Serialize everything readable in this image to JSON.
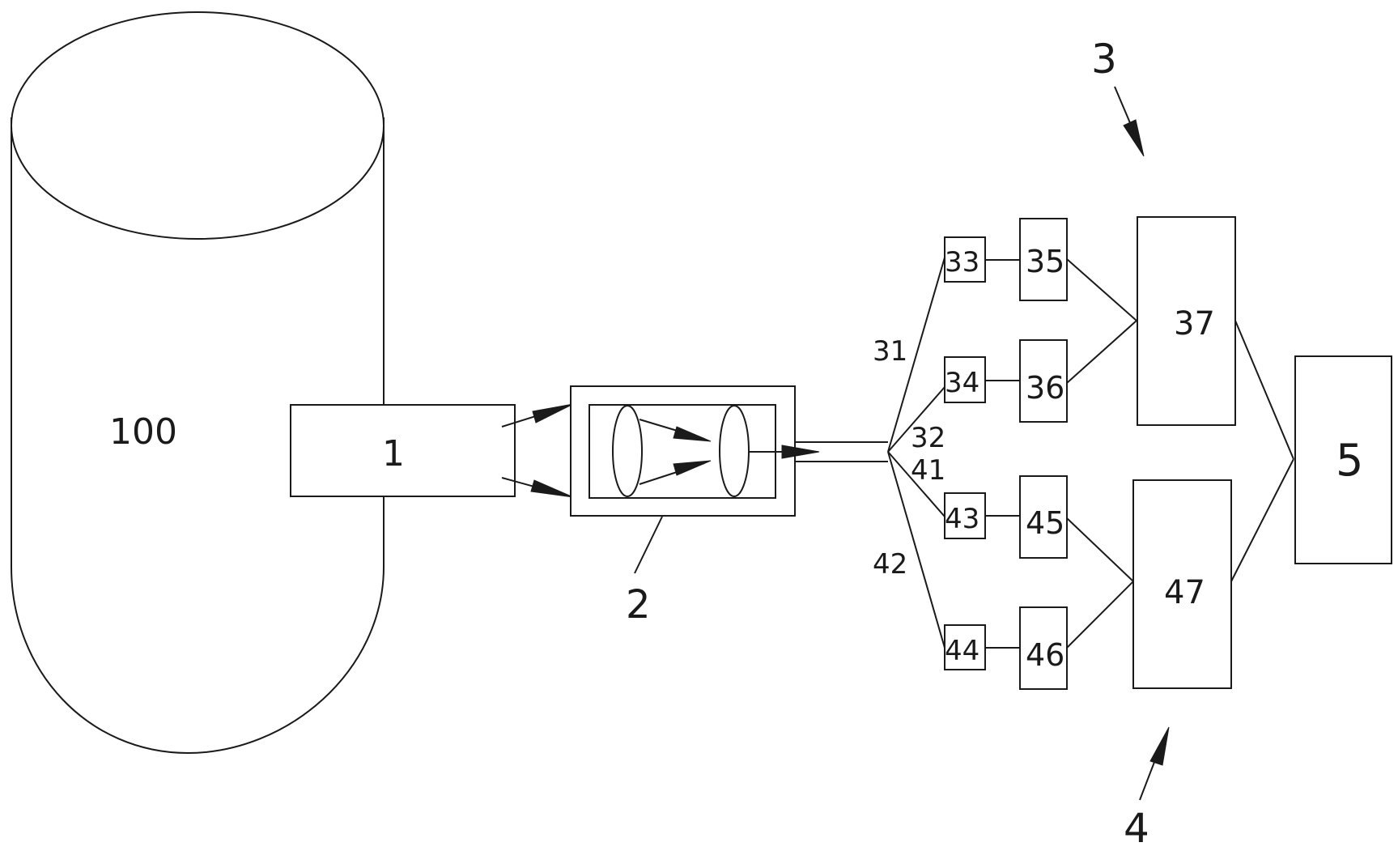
{
  "labels": {
    "tank": "100",
    "unit1": "1",
    "unit2": "2",
    "group3": "3",
    "group4": "4",
    "unit5": "5",
    "line31": "31",
    "line32": "32",
    "line41": "41",
    "line42": "42",
    "b33": "33",
    "b34": "34",
    "b35": "35",
    "b36": "36",
    "b37": "37",
    "b43": "43",
    "b44": "44",
    "b45": "45",
    "b46": "46",
    "b47": "47"
  },
  "colors": {
    "stroke": "#1a1a1a",
    "background": "#ffffff"
  }
}
